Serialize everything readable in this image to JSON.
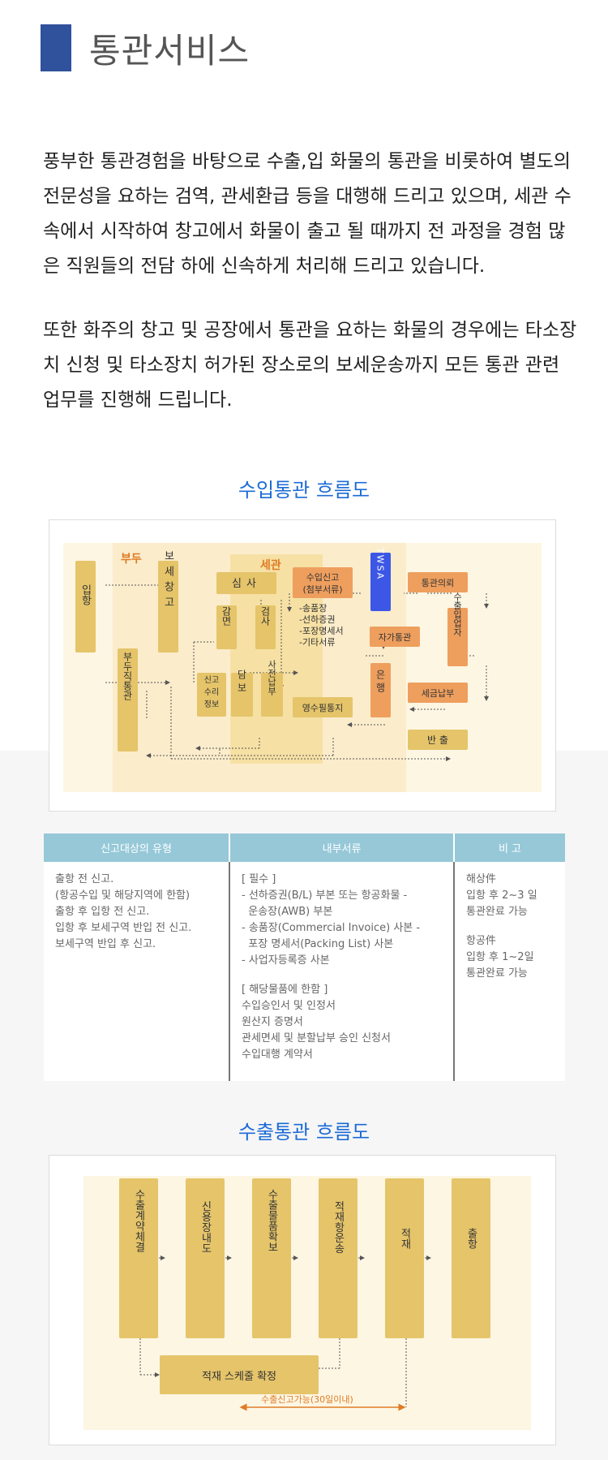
{
  "page_title": "통관서비스",
  "intro": {
    "paragraph1": "풍부한 통관경험을 바탕으로 수출,입 화물의 통관을 비롯하여 별도의 전문성을 요하는 검역, 관세환급 등을 대행해 드리고 있으며, 세관 수속에서 시작하여 창고에서 화물이 출고 될 때까지 전 과정을 경험 많은 직원들의 전담 하에 신속하게 처리해 드리고 있습니다.",
    "paragraph2": "또한 화주의 창고 및 공장에서 통관을 요하는 화물의 경우에는 타소장치 신청 및 타소장치 허가된 장소로의 보세운송까지 모든 통관 관련 업무를 진행해 드립니다."
  },
  "import_flow": {
    "heading": "수입통관 흐름도",
    "pier_label": "부두",
    "customs_label": "세관",
    "arrival": "입항",
    "bonded_warehouse": "보세창고",
    "pier_direct": "부두직통관",
    "review": "심사",
    "exemption": "감면",
    "inspection": "검사",
    "report_accept": "신고수리정보",
    "guarantee": "담보",
    "prepay": "사전납부",
    "import_declaration": "수입신고",
    "attached_docs": "(첨부서류)",
    "doc_list": [
      "-송품장",
      "-선하증권",
      "-포장명세서",
      "-기타서류"
    ],
    "twsa": "TWSA",
    "self_clearance": "자가통관",
    "bank": "은행",
    "receipt_notice": "영수필통지",
    "clearance_request": "통관의뢰",
    "importer": "수출입업자",
    "tax_payment": "세금납부",
    "release": "반 출"
  },
  "declaration_table": {
    "headers": [
      "신고대상의 유형",
      "내부서류",
      "비 고"
    ],
    "types": [
      "출항 전 신고.",
      "(항공수입 및 해당지역에 한함)",
      "출항 후 입항 전 신고.",
      "입항 후 보세구역 반입 전 신고.",
      "보세구역 반입 후 신고."
    ],
    "required_title": "[ 필수 ]",
    "required_docs": [
      "- 선하증권(B/L) 부본 또는 항공화물 -",
      "  운송장(AWB) 부본",
      "- 송품장(Commercial Invoice) 사본 -",
      "  포장 명세서(Packing List) 사본",
      "- 사업자등록증 사본"
    ],
    "conditional_title": "[ 해당물품에 한함 ]",
    "conditional_docs": [
      "수입승인서 및 인정서",
      "원산지 증명서",
      "관세면세 및 분할납부 승인 신청서",
      "수입대행 계약서"
    ],
    "remarks_sea": [
      "해상件",
      "입항 후 2~3 일",
      "통관완료 가능"
    ],
    "remarks_air": [
      "항공件",
      "입항 후 1~2일",
      "통관완료 가능"
    ]
  },
  "export_flow": {
    "heading": "수출통관 흐름도",
    "steps": [
      "수출계약체결",
      "신용장내도",
      "수출물품확보",
      "적재항운송",
      "적재",
      "출항"
    ],
    "schedule": "적재 스케줄 확정",
    "window": "수출신고가능(30일이내)"
  },
  "colors": {
    "title_bar": "#30519b",
    "heading_blue": "#1b6bd6",
    "box_gold": "#e5c46a",
    "box_orange": "#ee9f5e",
    "panel_cream": "#fcf4dd",
    "twsa_blue": "#3c57e6",
    "table_header": "#96c8d8"
  }
}
